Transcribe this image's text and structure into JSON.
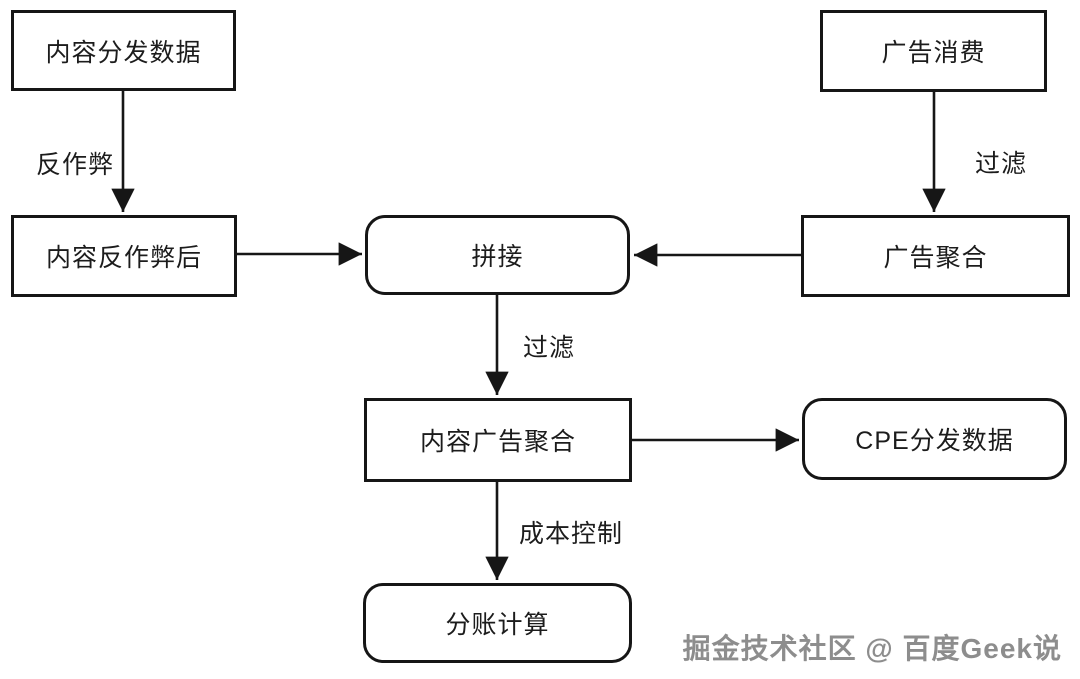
{
  "nodes": {
    "content_dist": {
      "label": "内容分发数据",
      "shape": "rect"
    },
    "ad_consume": {
      "label": "广告消费",
      "shape": "rect"
    },
    "content_antifraud": {
      "label": "内容反作弊后",
      "shape": "rect"
    },
    "splice": {
      "label": "拼接",
      "shape": "rounded"
    },
    "ad_agg": {
      "label": "广告聚合",
      "shape": "rect"
    },
    "content_ad_agg": {
      "label": "内容广告聚合",
      "shape": "rect"
    },
    "cpe_dist": {
      "label": "CPE分发数据",
      "shape": "rounded"
    },
    "split_calc": {
      "label": "分账计算",
      "shape": "rounded"
    }
  },
  "edges": {
    "anti_fraud": {
      "from": "content_dist",
      "to": "content_antifraud",
      "label": "反作弊"
    },
    "filter_right": {
      "from": "ad_consume",
      "to": "ad_agg",
      "label": "过滤"
    },
    "to_splice_left": {
      "from": "content_antifraud",
      "to": "splice",
      "label": ""
    },
    "to_splice_right": {
      "from": "ad_agg",
      "to": "splice",
      "label": ""
    },
    "filter_mid": {
      "from": "splice",
      "to": "content_ad_agg",
      "label": "过滤"
    },
    "to_cpe": {
      "from": "content_ad_agg",
      "to": "cpe_dist",
      "label": ""
    },
    "cost_control": {
      "from": "content_ad_agg",
      "to": "split_calc",
      "label": "成本控制"
    }
  },
  "watermark": {
    "text": "掘金技术社区 @ 百度Geek说"
  },
  "colors": {
    "background": "#ffffff",
    "node_border": "#161616",
    "node_fill": "#ffffff",
    "text": "#1c1c1c",
    "arrow": "#161616",
    "watermark": "#8d8d8d"
  }
}
